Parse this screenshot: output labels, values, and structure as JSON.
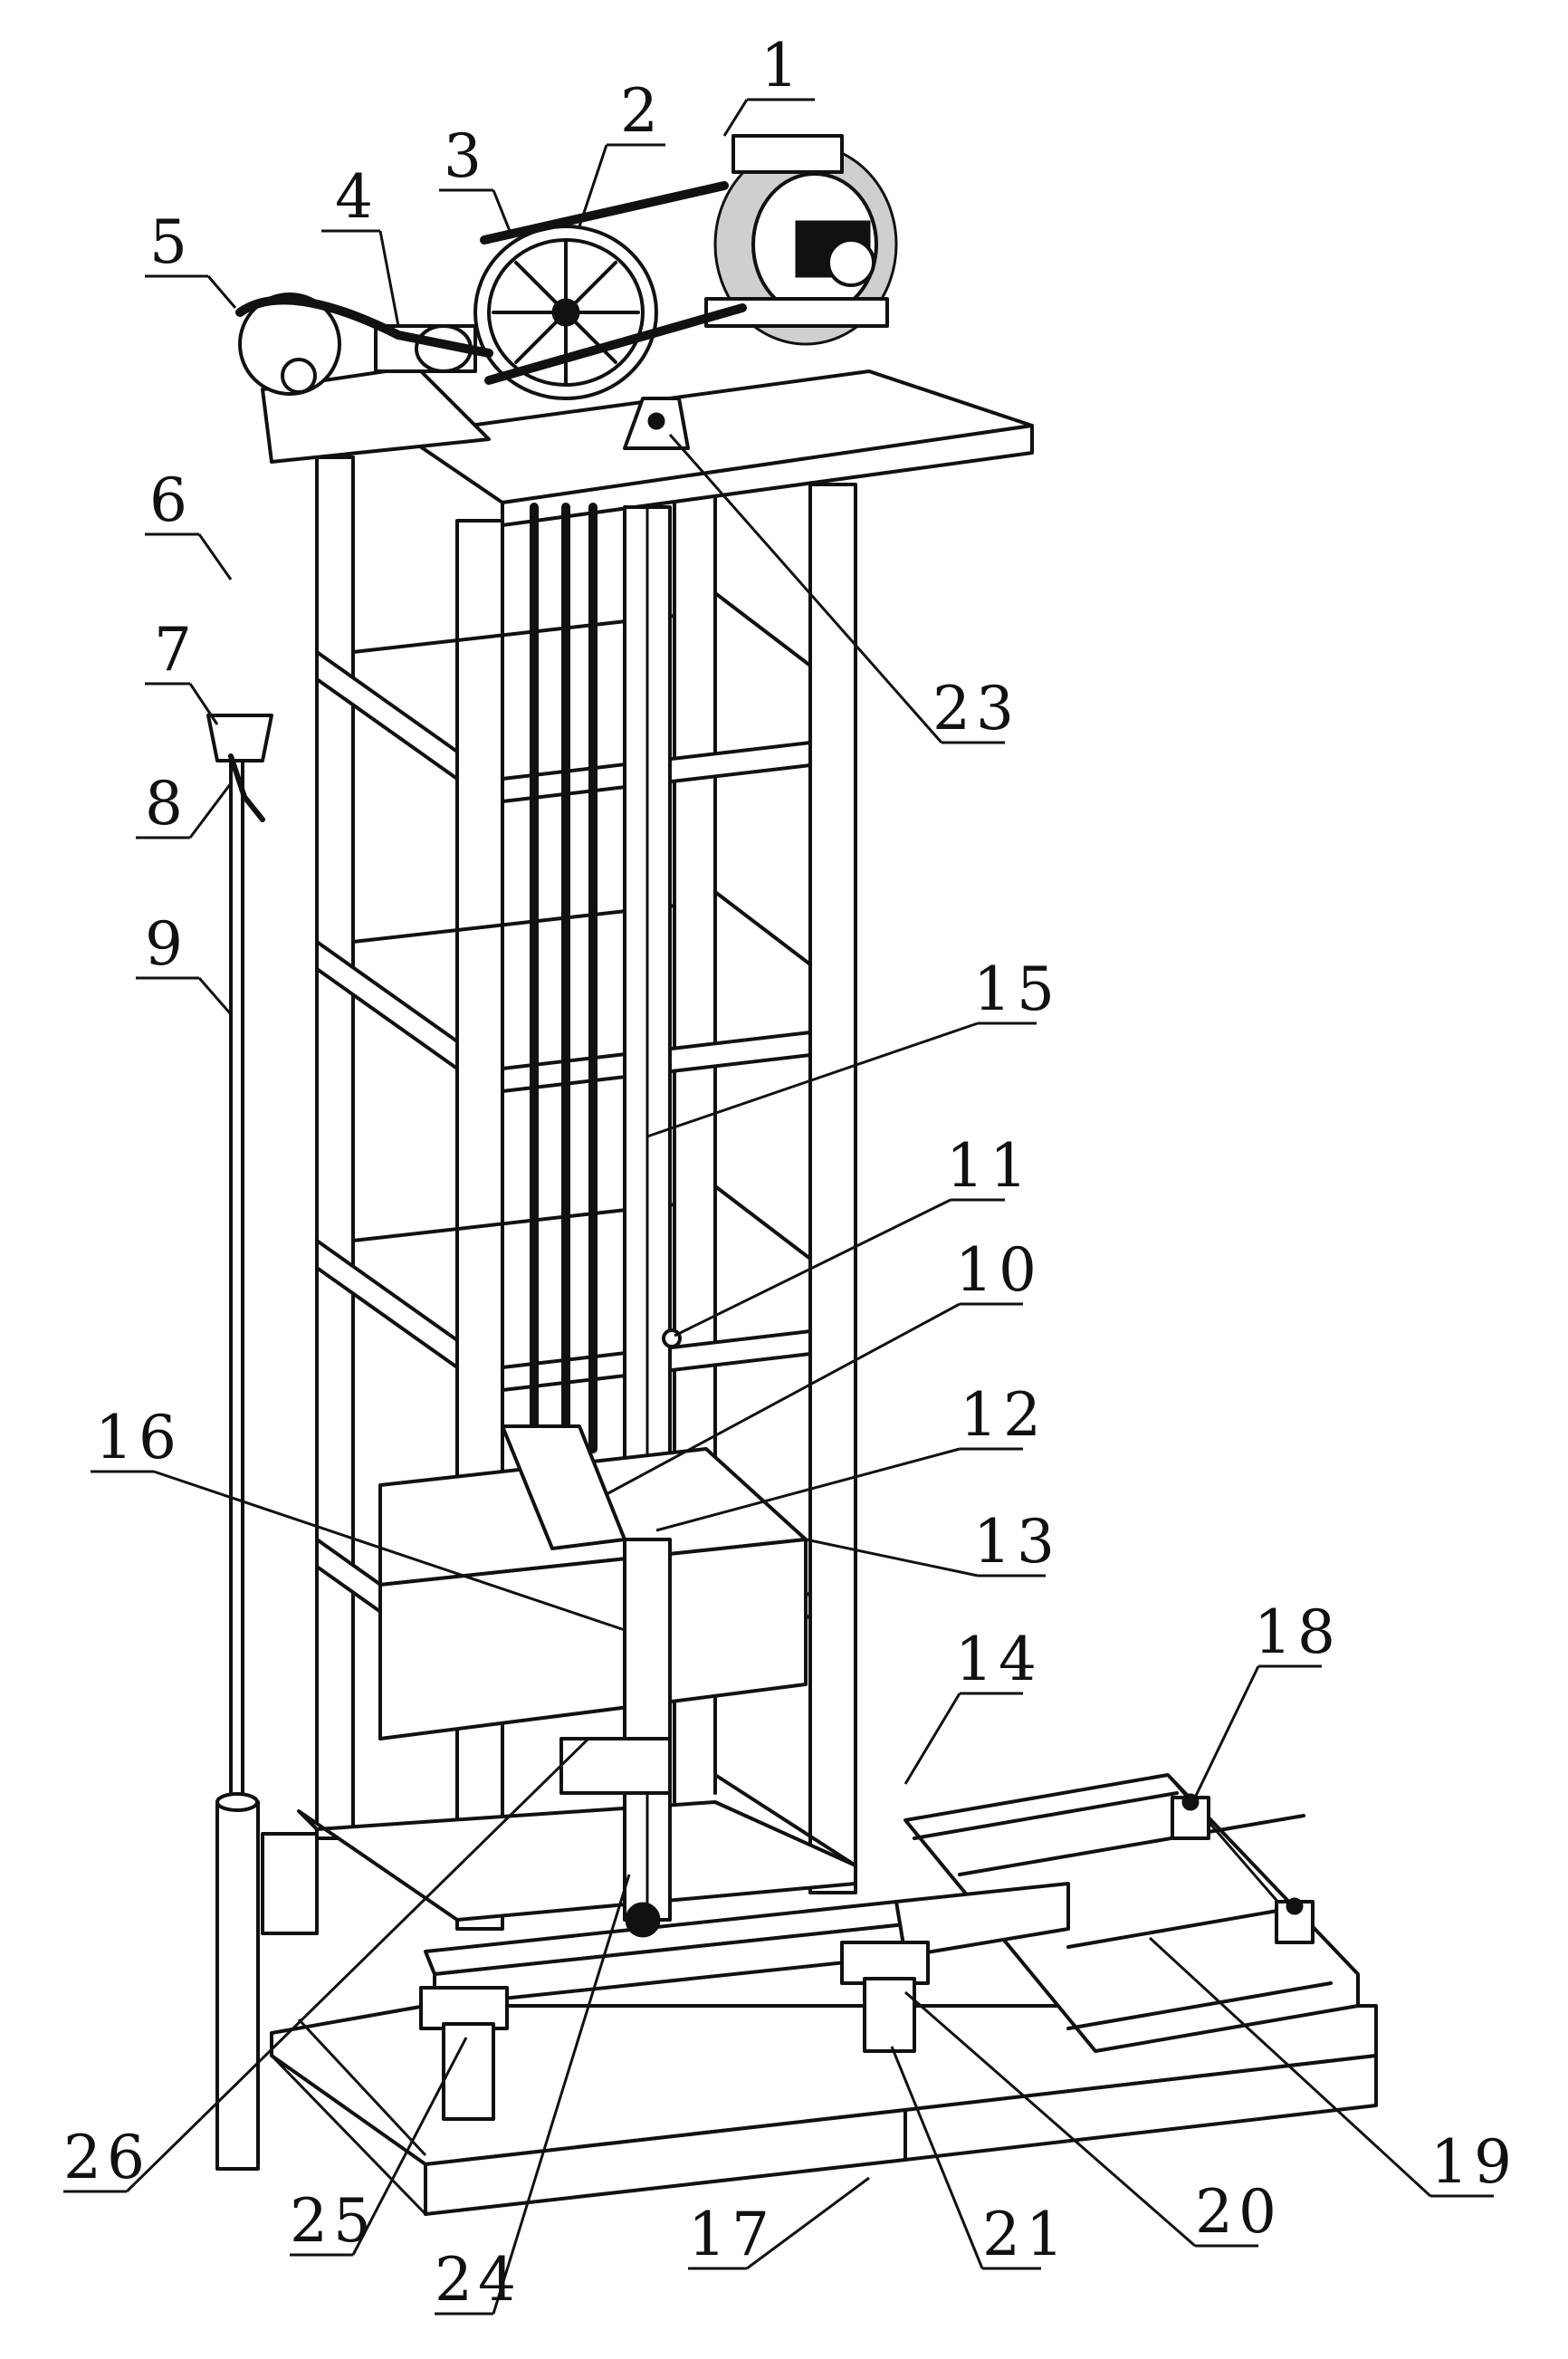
{
  "labels": {
    "l1": "1",
    "l2": "2",
    "l3": "3",
    "l4": "4",
    "l5": "5",
    "l6": "6",
    "l7": "7",
    "l8": "8",
    "l9": "9",
    "l10": "10",
    "l11": "11",
    "l12": "12",
    "l13": "13",
    "l14": "14",
    "l15": "15",
    "l16": "16",
    "l17": "17",
    "l18": "18",
    "l19": "19",
    "l20": "20",
    "l21": "21",
    "l23": "23",
    "l24": "24",
    "l25": "25",
    "l26": "26"
  }
}
